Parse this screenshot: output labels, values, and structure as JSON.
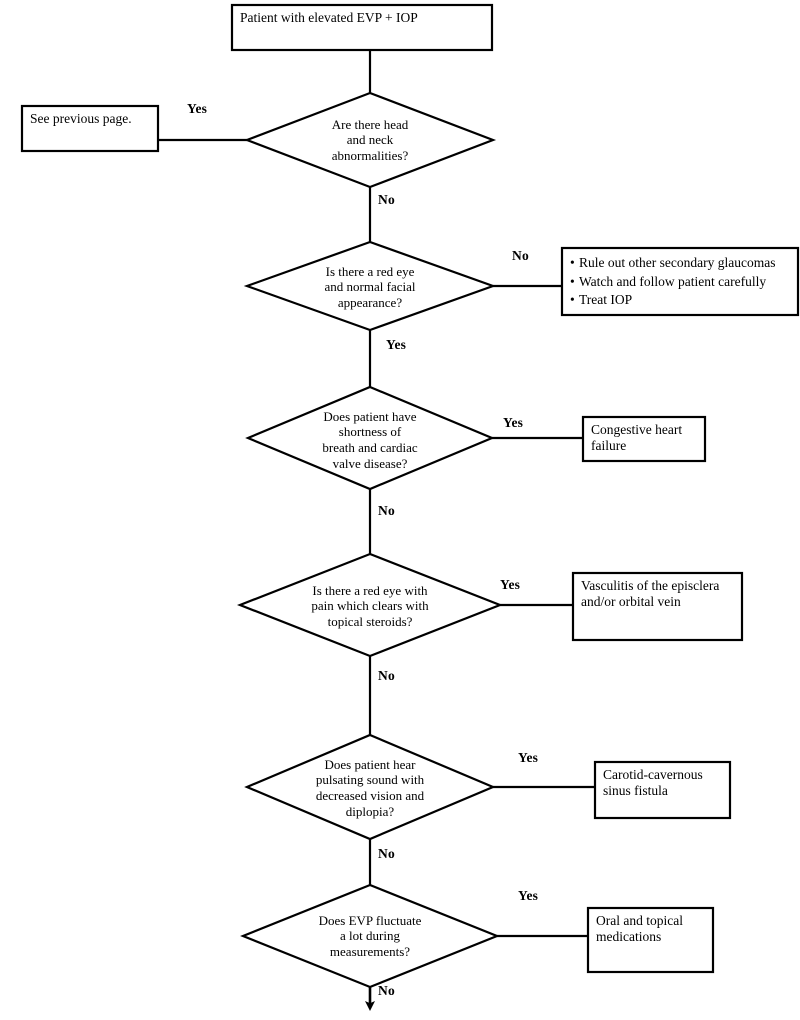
{
  "diagram": {
    "type": "flowchart",
    "title_node": "Patient with elevated EVP + IOP",
    "orientation": "top-to-bottom",
    "line_color": "#000000",
    "background_color": "#ffffff"
  },
  "nodes": {
    "start": {
      "shape": "rectangle",
      "label": "Patient with elevated EVP + IOP"
    },
    "see_previous": {
      "shape": "rectangle",
      "label": "See previous page."
    },
    "d1": {
      "shape": "diamond",
      "lines": [
        "Are there head",
        "and neck",
        "abnormalities?"
      ]
    },
    "d2": {
      "shape": "diamond",
      "lines": [
        "Is there a red eye",
        "and normal facial",
        "appearance?"
      ]
    },
    "d3": {
      "shape": "diamond",
      "lines": [
        "Does patient have",
        "shortness of",
        "breath and cardiac",
        "valve disease?"
      ]
    },
    "d4": {
      "shape": "diamond",
      "lines": [
        "Is there a red eye with",
        "pain which clears with",
        "topical steroids?"
      ]
    },
    "d5": {
      "shape": "diamond",
      "lines": [
        "Does patient hear",
        "pulsating sound with",
        "decreased vision and",
        "diplopia?"
      ]
    },
    "d6": {
      "shape": "diamond",
      "lines": [
        "Does EVP fluctuate",
        "a lot during",
        "measurements?"
      ]
    },
    "r2": {
      "shape": "rectangle",
      "bullets": [
        "Rule out other secondary glaucomas",
        "Watch and follow patient carefully",
        "Treat IOP"
      ]
    },
    "r3": {
      "shape": "rectangle",
      "lines": [
        "Congestive heart",
        "failure"
      ]
    },
    "r4": {
      "shape": "rectangle",
      "lines": [
        "Vasculitis of the episclera",
        "and/or orbital vein"
      ]
    },
    "r5": {
      "shape": "rectangle",
      "lines": [
        "Carotid-cavernous",
        "sinus fistula"
      ]
    },
    "r6": {
      "shape": "rectangle",
      "lines": [
        "Oral and topical",
        "medications"
      ]
    }
  },
  "edge_labels": {
    "d1_yes": "Yes",
    "d1_no": "No",
    "d2_no": "No",
    "d2_yes": "Yes",
    "d3_yes": "Yes",
    "d3_no": "No",
    "d4_yes": "Yes",
    "d4_no": "No",
    "d5_yes": "Yes",
    "d5_no": "No",
    "d6_yes": "Yes",
    "d6_no": "No"
  }
}
